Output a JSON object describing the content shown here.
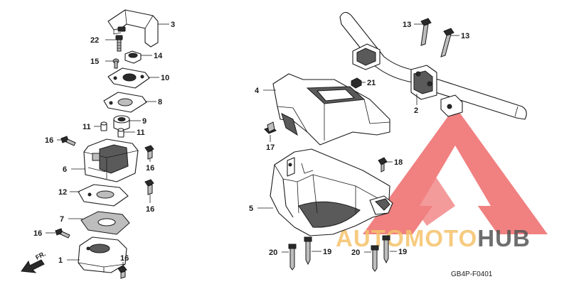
{
  "callouts": [
    {
      "label": "3"
    },
    {
      "label": "22"
    },
    {
      "label": "15"
    },
    {
      "label": "14"
    },
    {
      "label": "10"
    },
    {
      "label": "8"
    },
    {
      "label": "9"
    },
    {
      "label": "11"
    },
    {
      "label": "11"
    },
    {
      "label": "16"
    },
    {
      "label": "16"
    },
    {
      "label": "6"
    },
    {
      "label": "12"
    },
    {
      "label": "16"
    },
    {
      "label": "7"
    },
    {
      "label": "16"
    },
    {
      "label": "1"
    },
    {
      "label": "16"
    },
    {
      "label": "13"
    },
    {
      "label": "13"
    },
    {
      "label": "4"
    },
    {
      "label": "21"
    },
    {
      "label": "2"
    },
    {
      "label": "17"
    },
    {
      "label": "18"
    },
    {
      "label": "5"
    },
    {
      "label": "20"
    },
    {
      "label": "19"
    },
    {
      "label": "20"
    },
    {
      "label": "19"
    }
  ],
  "direction_label": "FR.",
  "diagram_code": "GB4P-F0401",
  "watermark": {
    "word_part1": "AUTOMOTO",
    "word_part2": "HUB",
    "color_part1": "#f5c26b",
    "color_part2": "#555555",
    "triangle_color": "#ef6b6b"
  }
}
